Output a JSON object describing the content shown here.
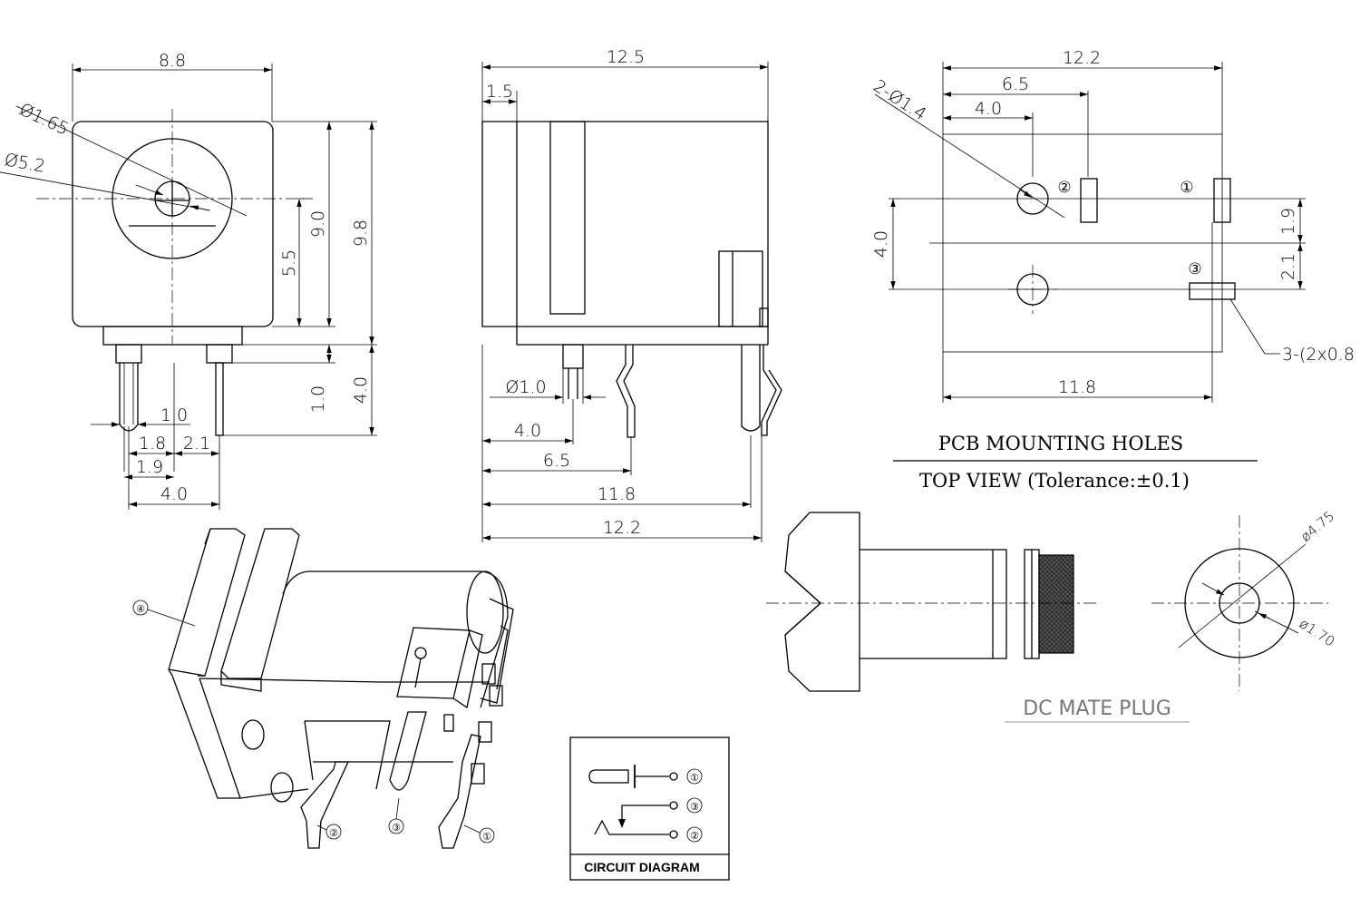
{
  "front_view": {
    "width": "8.8",
    "hole_small": "Ø1.65",
    "hole_large": "Ø5.2",
    "center_height": "5.5",
    "body_height": "9.0",
    "total_height": "9.8",
    "pin_length": "4.0",
    "pin_gap": "1.0",
    "pin_width": "1.0",
    "dim_1_8": "1.8",
    "dim_2_1": "2.1",
    "dim_1_9": "1.9",
    "pin_span": "4.0"
  },
  "side_view": {
    "length": "12.5",
    "offset": "1.5",
    "pin_dia": "Ø1.0",
    "pos1": "4.0",
    "pos2": "6.5",
    "pos3": "11.8",
    "pos4": "12.2"
  },
  "pcb_view": {
    "width": "12.2",
    "dim_6_5": "6.5",
    "dim_4_0": "4.0",
    "holes": "2-Ø1.4",
    "vert_4_0": "4.0",
    "dim_1_9": "1.9",
    "dim_2_1": "2.1",
    "slots": "3-(2x0.8",
    "bottom": "11.8",
    "pin1": "①",
    "pin2": "②",
    "pin3": "③",
    "title": "PCB MOUNTING HOLES",
    "subtitle": "TOP VIEW (Tolerance:±0.1)"
  },
  "iso_view": {
    "callout4": "④",
    "callout3": "③",
    "callout2": "②",
    "callout1": "①"
  },
  "plug": {
    "dia_outer": "ø4.75",
    "dia_inner": "ø1.70",
    "label": "DC MATE PLUG"
  },
  "circuit": {
    "pin1": "①",
    "pin3": "③",
    "pin2": "②",
    "label": "CIRCUIT DIAGRAM"
  }
}
